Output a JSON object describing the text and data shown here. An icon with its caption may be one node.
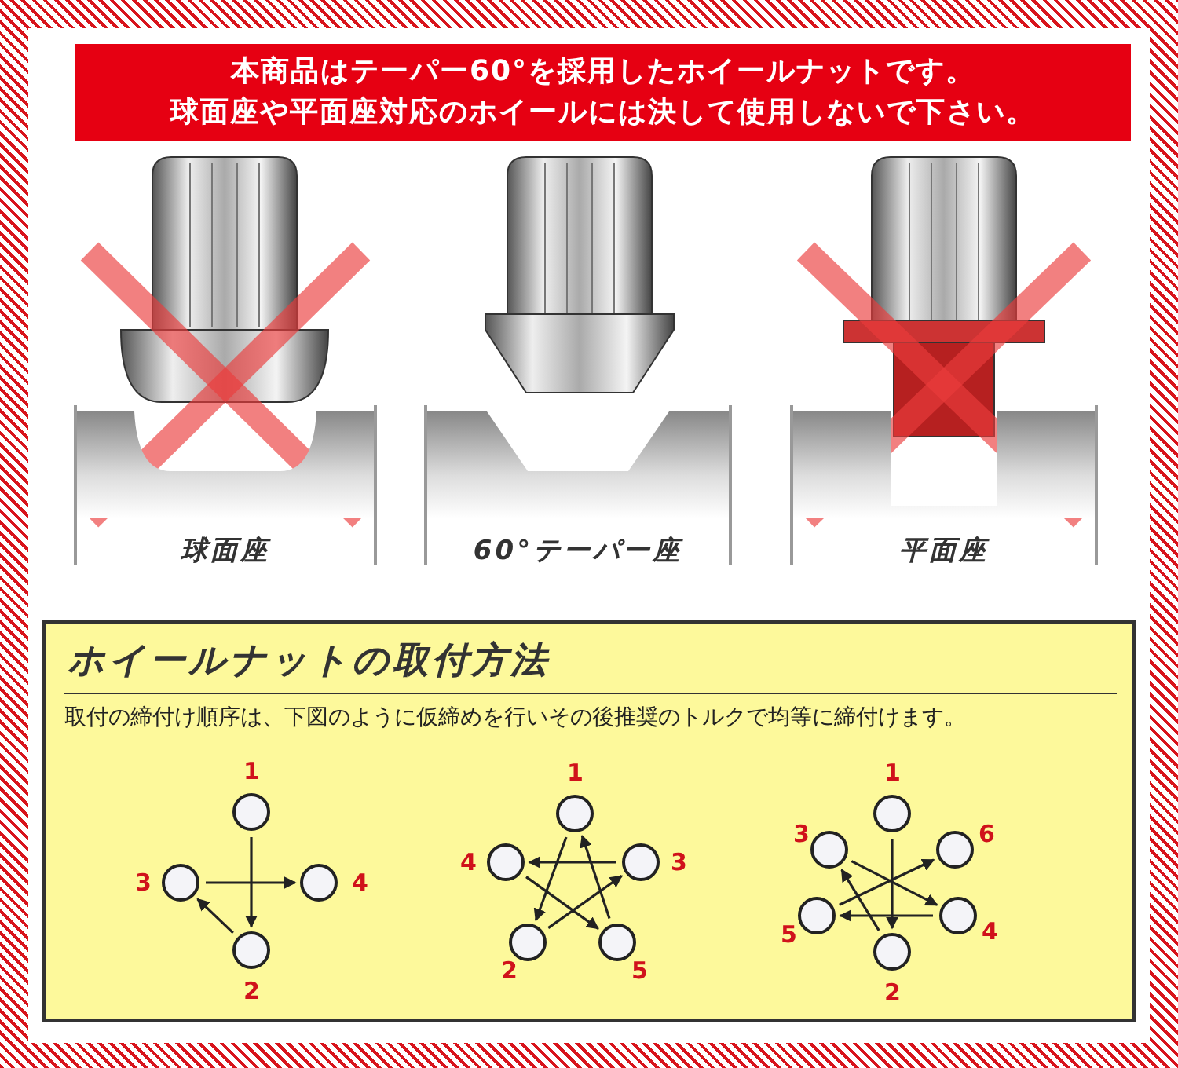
{
  "diagram": {
    "nodes": [
      {
        "text": [
          "本商品はテーパー60°を採用したホイールナットです。球面座や平面座対応のホイールには決して使用しないで下さい。"
        ]
      },
      {
        "text": [
          "球面座"
        ]
      },
      {
        "text": [
          "60°テーパー座"
        ]
      },
      {
        "text": [
          "平面座"
        ]
      },
      {
        "text": [
          "ホイールナットの取付方法",
          "取付の締付け順序は、下図のように仮締めを行いその後推奨のトルクで均等に締付けます。"
        ]
      },
      {
        "text": [],
        "shape": "circle",
        "in": 4,
        "beside": [
          "1"
        ]
      },
      {
        "text": [],
        "shape": "circle",
        "in": 4,
        "beside": [
          "2"
        ]
      },
      {
        "text": [],
        "shape": "circle",
        "in": 4,
        "beside": [
          "3"
        ]
      },
      {
        "text": [],
        "shape": "circle",
        "in": 4,
        "beside": [
          "4"
        ]
      },
      {
        "text": [],
        "shape": "circle",
        "in": 4,
        "beside": [
          "1"
        ]
      },
      {
        "text": [],
        "shape": "circle",
        "in": 4,
        "beside": [
          "2"
        ]
      },
      {
        "text": [],
        "shape": "circle",
        "in": 4,
        "beside": [
          "3"
        ]
      },
      {
        "text": [],
        "shape": "circle",
        "in": 4,
        "beside": [
          "4"
        ]
      },
      {
        "text": [],
        "shape": "circle",
        "in": 4,
        "beside": [
          "5"
        ]
      },
      {
        "text": [],
        "shape": "circle",
        "in": 4,
        "beside": [
          "1"
        ]
      },
      {
        "text": [],
        "shape": "circle",
        "in": 4,
        "beside": [
          "2"
        ]
      },
      {
        "text": [],
        "shape": "circle",
        "in": 4,
        "beside": [
          "3"
        ]
      },
      {
        "text": [],
        "shape": "circle",
        "in": 4,
        "beside": [
          "4"
        ]
      },
      {
        "text": [],
        "shape": "circle",
        "in": 4,
        "beside": [
          "5"
        ]
      },
      {
        "text": [],
        "shape": "circle",
        "in": 4,
        "beside": [
          "6"
        ]
      }
    ],
    "edges": [
      {
        "from": 5,
        "to": 6,
        "arrow": "to"
      },
      {
        "from": 6,
        "to": 7,
        "arrow": "to"
      },
      {
        "from": 7,
        "to": 8,
        "arrow": "to"
      },
      {
        "from": 9,
        "to": 10,
        "arrow": "to"
      },
      {
        "from": 10,
        "to": 11,
        "arrow": "to"
      },
      {
        "from": 11,
        "to": 12,
        "arrow": "to"
      },
      {
        "from": 12,
        "to": 13,
        "arrow": "to"
      },
      {
        "from": 13,
        "to": 9,
        "arrow": "to"
      },
      {
        "from": 14,
        "to": 15,
        "arrow": "to"
      },
      {
        "from": 15,
        "to": 16,
        "arrow": "to"
      },
      {
        "from": 16,
        "to": 17,
        "arrow": "to"
      },
      {
        "from": 17,
        "to": 18,
        "arrow": "to"
      },
      {
        "from": 18,
        "to": 19,
        "arrow": "to"
      }
    ]
  }
}
